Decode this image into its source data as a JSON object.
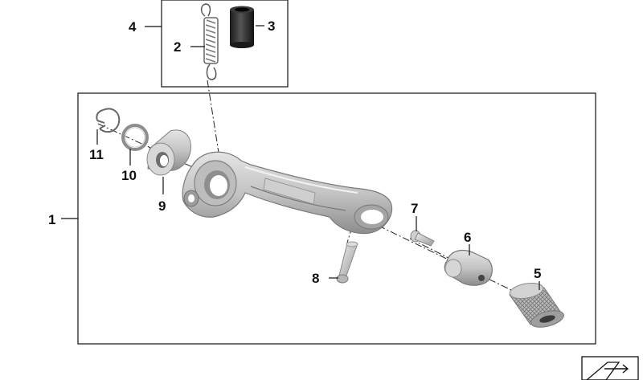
{
  "diagram": {
    "background": "#ffffff",
    "line_color": "#111111",
    "callouts": [
      {
        "id": "c1",
        "label": "1"
      },
      {
        "id": "c2",
        "label": "2"
      },
      {
        "id": "c3",
        "label": "3"
      },
      {
        "id": "c4",
        "label": "4"
      },
      {
        "id": "c5",
        "label": "5"
      },
      {
        "id": "c6",
        "label": "6"
      },
      {
        "id": "c7",
        "label": "7"
      },
      {
        "id": "c8",
        "label": "8"
      },
      {
        "id": "c9",
        "label": "9"
      },
      {
        "id": "c10",
        "label": "10"
      },
      {
        "id": "c11",
        "label": "11"
      }
    ],
    "parts": [
      {
        "callout": "2",
        "name": "tension-spring"
      },
      {
        "callout": "3",
        "name": "rubber-sleeve"
      },
      {
        "callout": "5",
        "name": "knurled-foot-peg"
      },
      {
        "callout": "6",
        "name": "peg-mount"
      },
      {
        "callout": "7",
        "name": "screw"
      },
      {
        "callout": "8",
        "name": "bolt"
      },
      {
        "callout": "9",
        "name": "bushing"
      },
      {
        "callout": "10",
        "name": "washer"
      },
      {
        "callout": "11",
        "name": "circlip"
      },
      {
        "callout": "1",
        "name": "shift-lever-assembly"
      },
      {
        "callout": "4",
        "name": "spring-kit"
      }
    ],
    "corner_icon": "exploded-view-icon"
  }
}
